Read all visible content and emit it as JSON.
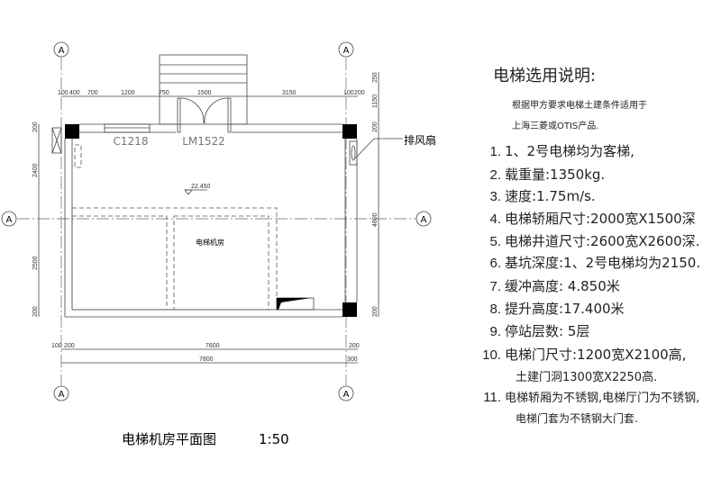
{
  "plan": {
    "grid_label": "A",
    "window_tag": "C1218",
    "door_tag": "LM1522",
    "room_name": "电梯机房",
    "level": "22.450",
    "fan_label": "排风扇",
    "top_dims": [
      "100",
      "400",
      "700",
      "1200",
      "750",
      "1500",
      "3150",
      "100",
      "200"
    ],
    "right_dims": [
      "250",
      "1150",
      "200",
      "4800",
      "200"
    ],
    "left_dims": [
      "200",
      "2400",
      "2500",
      "200"
    ],
    "bottom_dims": [
      "100",
      "200",
      "7600",
      "200"
    ],
    "bottom_total": [
      "7800",
      "300"
    ],
    "title": "电梯机房平面图",
    "scale": "1:50"
  },
  "notes": {
    "title": "电梯选用说明:",
    "intro": [
      "根据甲方要求电梯土建条件适用于",
      "上海三菱或OTIS产品."
    ],
    "items": [
      {
        "n": "1.",
        "t": "1、2号电梯均为客梯,"
      },
      {
        "n": "2.",
        "t": "载重量:1350kg."
      },
      {
        "n": "3.",
        "t": "速度:1.75m/s."
      },
      {
        "n": "4.",
        "t": "电梯轿厢尺寸:2000宽X1500深"
      },
      {
        "n": "5.",
        "t": "电梯井道尺寸:2600宽X2600深."
      },
      {
        "n": "6.",
        "t": "基坑深度:1、2号电梯均为2150."
      },
      {
        "n": "7.",
        "t": "缓冲高度: 4.850米"
      },
      {
        "n": "8.",
        "t": "提升高度:17.400米"
      },
      {
        "n": "9.",
        "t": "停站层数: 5层"
      },
      {
        "n": "10.",
        "t": "电梯门尺寸:1200宽X2100高,",
        "t2": "土建门洞1300宽X2250高."
      },
      {
        "n": "11.",
        "t": "电梯轿厢为不锈钢,电梯厅门为不锈钢,",
        "t2": "电梯门套为不锈钢大门套."
      }
    ]
  }
}
